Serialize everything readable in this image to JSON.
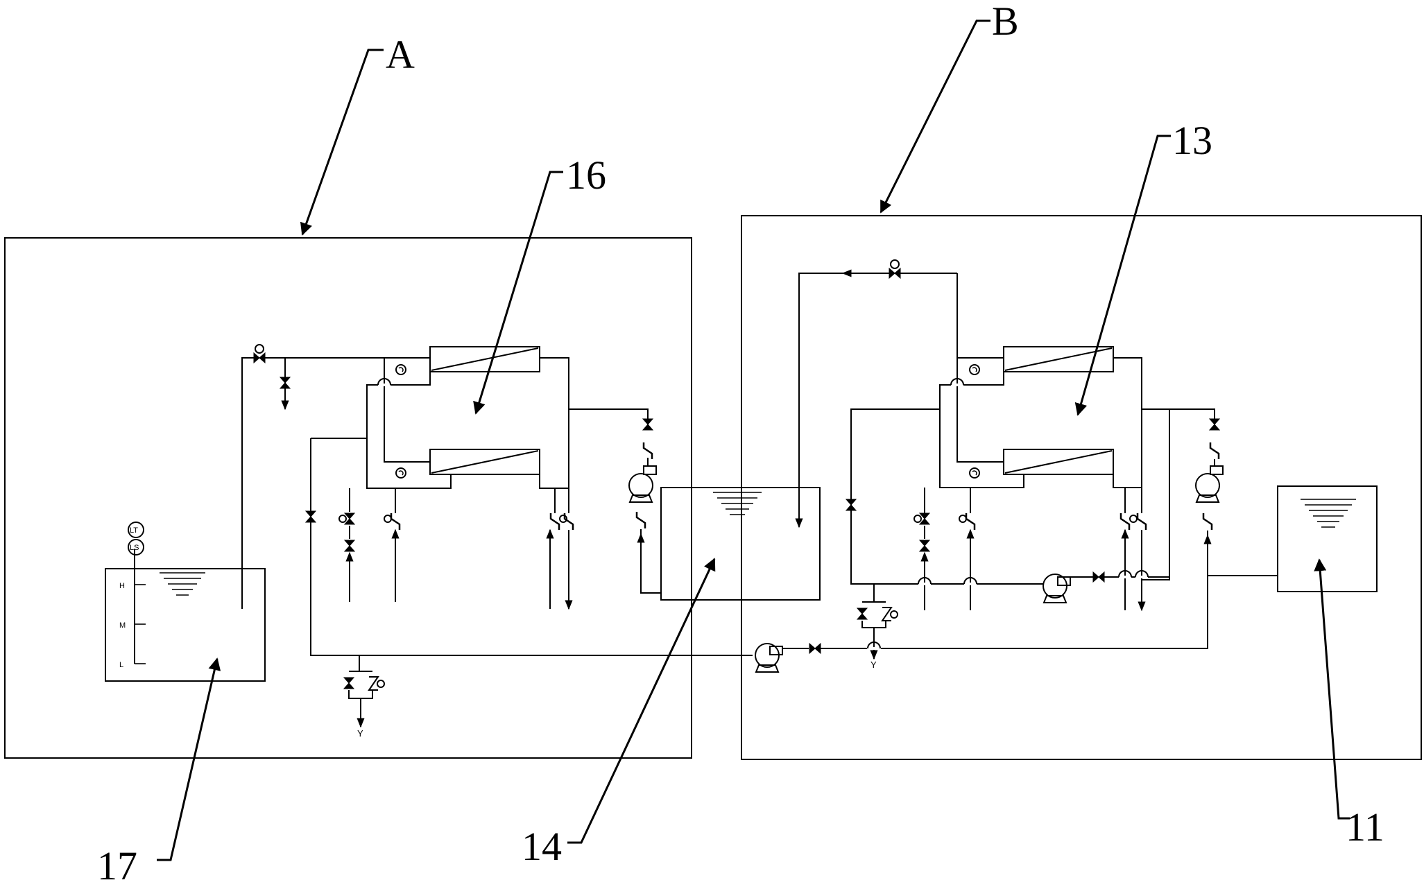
{
  "labels": {
    "system_a": "A",
    "system_b": "B",
    "part_11": "11",
    "part_13": "13",
    "part_14": "14",
    "part_16": "16",
    "part_17": "17"
  },
  "instruments": {
    "level_transmitter": "LT",
    "level_switch": "LS",
    "level_high": "H",
    "level_mid": "M",
    "level_low": "L",
    "drain_symbol": "Y"
  }
}
